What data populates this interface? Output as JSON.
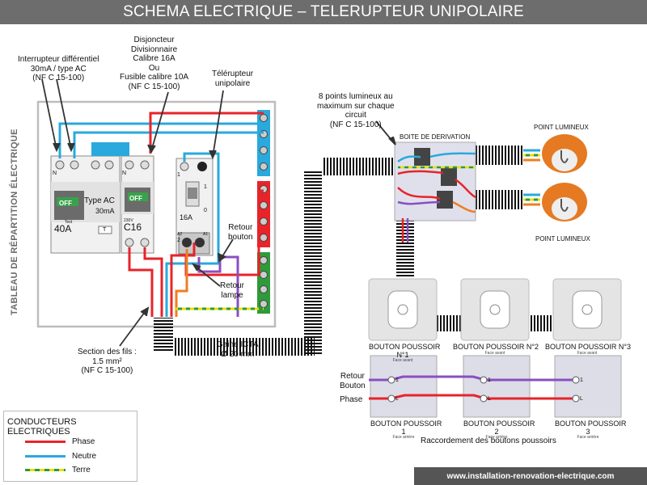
{
  "title": "SCHEMA ELECTRIQUE – TELERUPTEUR UNIPOLAIRE",
  "tableau_label": "TABLEAU DE RÉPARTITION ÉLECTRIQUE",
  "labels": {
    "interrupteur": [
      "Interrupteur différentiel",
      "30mA / type AC",
      "(NF C 15-100)"
    ],
    "disjoncteur": [
      "Disjoncteur",
      "Divisionnaire",
      "Calibre 16A",
      "Ou",
      "Fusible calibre 10A",
      "(NF C 15-100)"
    ],
    "telerupteur": [
      "Télérupteur",
      "unipolaire"
    ],
    "points": [
      "8 points lumineux au",
      "maximum sur chaque",
      "circuit",
      "(NF C 15-100)"
    ],
    "boite": "BOITE DE DERIVATION",
    "point_lumineux": "POINT LUMINEUX",
    "retour_bouton": [
      "Retour",
      "bouton"
    ],
    "retour_lampe": [
      "Retour",
      "lampe"
    ],
    "section": [
      "Section des fils :",
      "1.5 mm²",
      "(NF C 15-100)"
    ],
    "gaine": [
      "Gaine ICTA",
      "Ø 20 mm"
    ],
    "raccordement": "Raccordement  des boutons poussoirs",
    "retour_bouton_left": [
      "Retour",
      "Bouton"
    ],
    "phase_left": "Phase"
  },
  "device": {
    "off": "OFF",
    "type_ac": "Type AC",
    "ma": "30mA",
    "test": "Test",
    "t": "T",
    "a40": "40A",
    "v230": "230V",
    "c16": "C16",
    "a16": "16A",
    "n": "N",
    "one": "1",
    "zero": "0",
    "two": "2",
    "a1": "A1",
    "a2": "A2"
  },
  "buttons_front": [
    {
      "name": "BOUTON POUSSOIR",
      "num": "N°1",
      "sub": "Face avant"
    },
    {
      "name": "BOUTON POUSSOIR N°2",
      "num": "",
      "sub": "Face avant"
    },
    {
      "name": "BOUTON POUSSOIR N°3",
      "num": "",
      "sub": "Face avant"
    }
  ],
  "buttons_back": [
    {
      "name": "BOUTON POUSSOIR",
      "num": "1",
      "sub": "Face arrière"
    },
    {
      "name": "BOUTON POUSSOIR",
      "num": "2",
      "sub": "Face arrière"
    },
    {
      "name": "BOUTON POUSSOIR",
      "num": "3",
      "sub": "Face arrière"
    }
  ],
  "terminal_one": "1",
  "terminal_l": "L",
  "legend": {
    "title": "CONDUCTEURS ELECTRIQUES",
    "items": [
      {
        "label": "Phase",
        "color": "#e8232a"
      },
      {
        "label": "Neutre",
        "color": "#29a9dc"
      },
      {
        "label": "Terre",
        "color": "#c8d400"
      }
    ]
  },
  "footer": "www.installation-renovation-electrique.com",
  "colors": {
    "phase": "#e8232a",
    "neutre": "#29a9dc",
    "terre_green": "#2e9a3a",
    "terre_yellow": "#e8e000",
    "retour": "#8a4fc0",
    "lampe": "#ef7d24"
  }
}
